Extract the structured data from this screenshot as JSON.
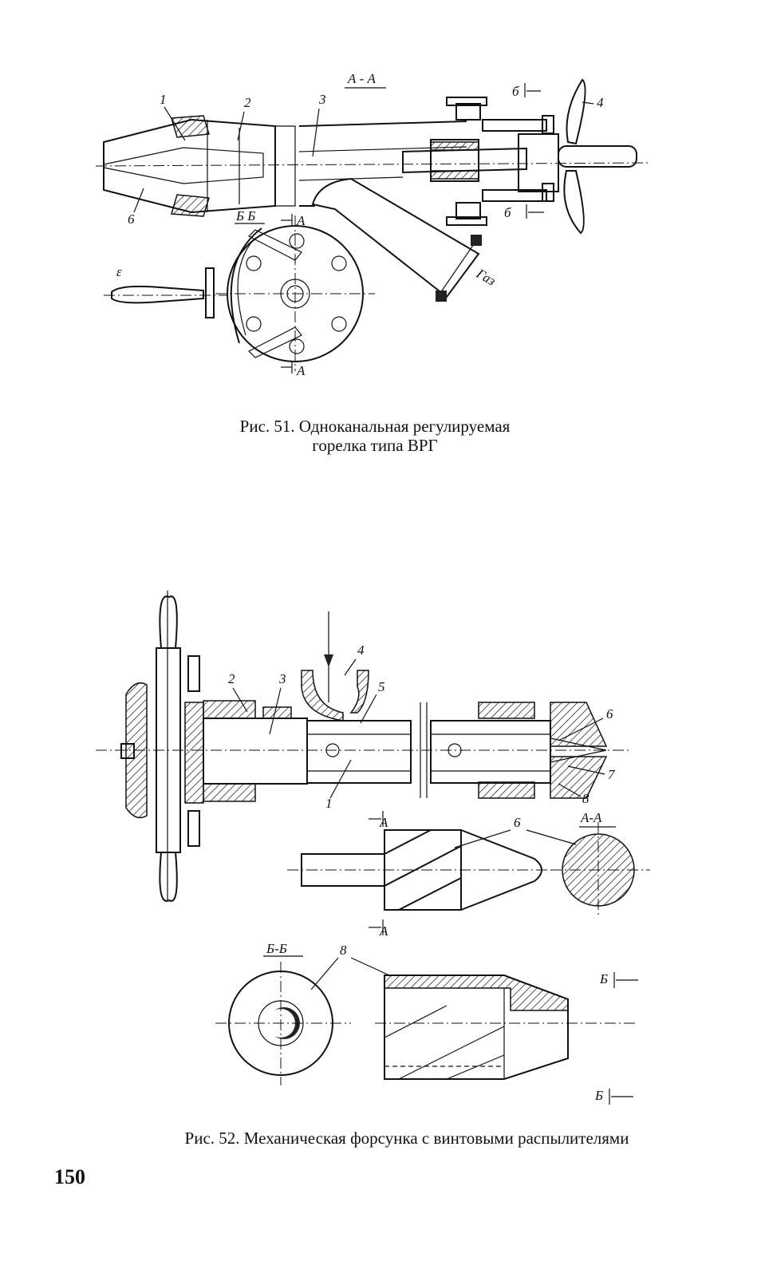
{
  "figure51": {
    "section_main": "А - А",
    "section_side": "Б Б",
    "cut_b_top": "б",
    "cut_b_bottom": "б",
    "cut_a_top": "А",
    "cut_a_bottom": "А",
    "callouts": [
      "1",
      "2",
      "3",
      "4",
      "6",
      "Газ"
    ],
    "handle_label": "ɛ",
    "caption_line1": "Рис. 51. Одноканальная регулируемая",
    "caption_line2": "горелка типа ВРГ"
  },
  "figure52": {
    "callouts": [
      "2",
      "3",
      "4",
      "5",
      "1",
      "6",
      "7",
      "8"
    ],
    "section_aa": "А-А",
    "section_bb": "Б-Б",
    "detail_label_6": "6",
    "detail_label_8": "8",
    "cut_a_top": "А",
    "cut_a_bottom": "А",
    "cut_b_top": "Б",
    "cut_b_bottom": "Б",
    "caption": "Рис. 52. Механическая форсунка с винтовыми распылителями"
  },
  "page_number": "150"
}
